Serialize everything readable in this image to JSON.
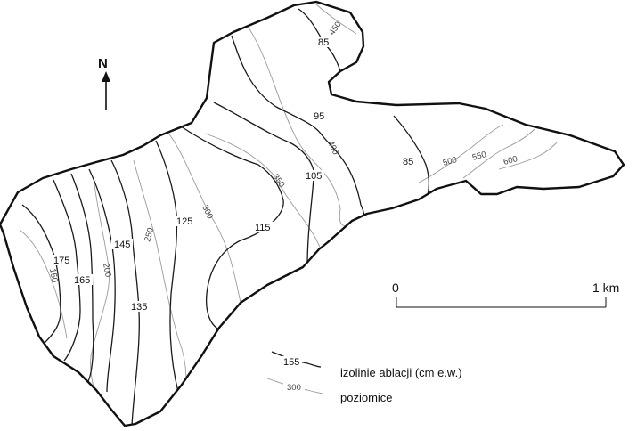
{
  "north": {
    "label": "N"
  },
  "scale": {
    "start": "0",
    "end": "1 km"
  },
  "legend": {
    "ablation": {
      "sample": "155",
      "label": "izolinie ablacji (cm e.w.)"
    },
    "contour": {
      "sample": "300",
      "label": "poziomice"
    }
  },
  "ablation_labels": [
    "85",
    "95",
    "105",
    "115",
    "125",
    "135",
    "145",
    "165",
    "175",
    "85"
  ],
  "contour_labels": [
    "450",
    "400",
    "350",
    "300",
    "250",
    "200",
    "150",
    "500",
    "550",
    "600"
  ],
  "colors": {
    "outline": "#111111",
    "isoline": "#1a1a1a",
    "contour": "#9a9a9a"
  }
}
